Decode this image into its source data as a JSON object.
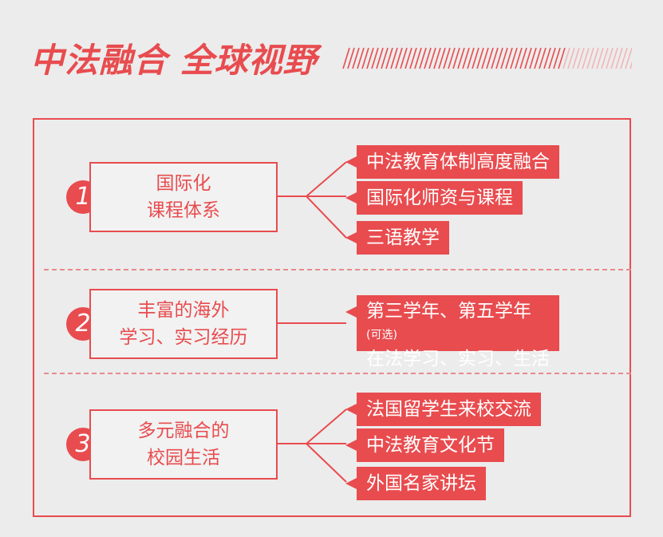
{
  "title": "中法融合 全球视野",
  "accent_color": "#e84c4f",
  "sections": [
    {
      "number": "1",
      "category_lines": [
        "国际化",
        "课程体系"
      ],
      "items": [
        "中法教育体制高度融合",
        "国际化师资与课程",
        "三语教学"
      ]
    },
    {
      "number": "2",
      "category_lines": [
        "丰富的海外",
        "学习、实习经历"
      ],
      "item_line1_main": "第三学年、第五学年",
      "item_line1_note": "(可选)",
      "item_line2": "在法学习、实习、生活"
    },
    {
      "number": "3",
      "category_lines": [
        "多元融合的",
        "校园生活"
      ],
      "items": [
        "法国留学生来校交流",
        "中法教育文化节",
        "外国名家讲坛"
      ]
    }
  ]
}
